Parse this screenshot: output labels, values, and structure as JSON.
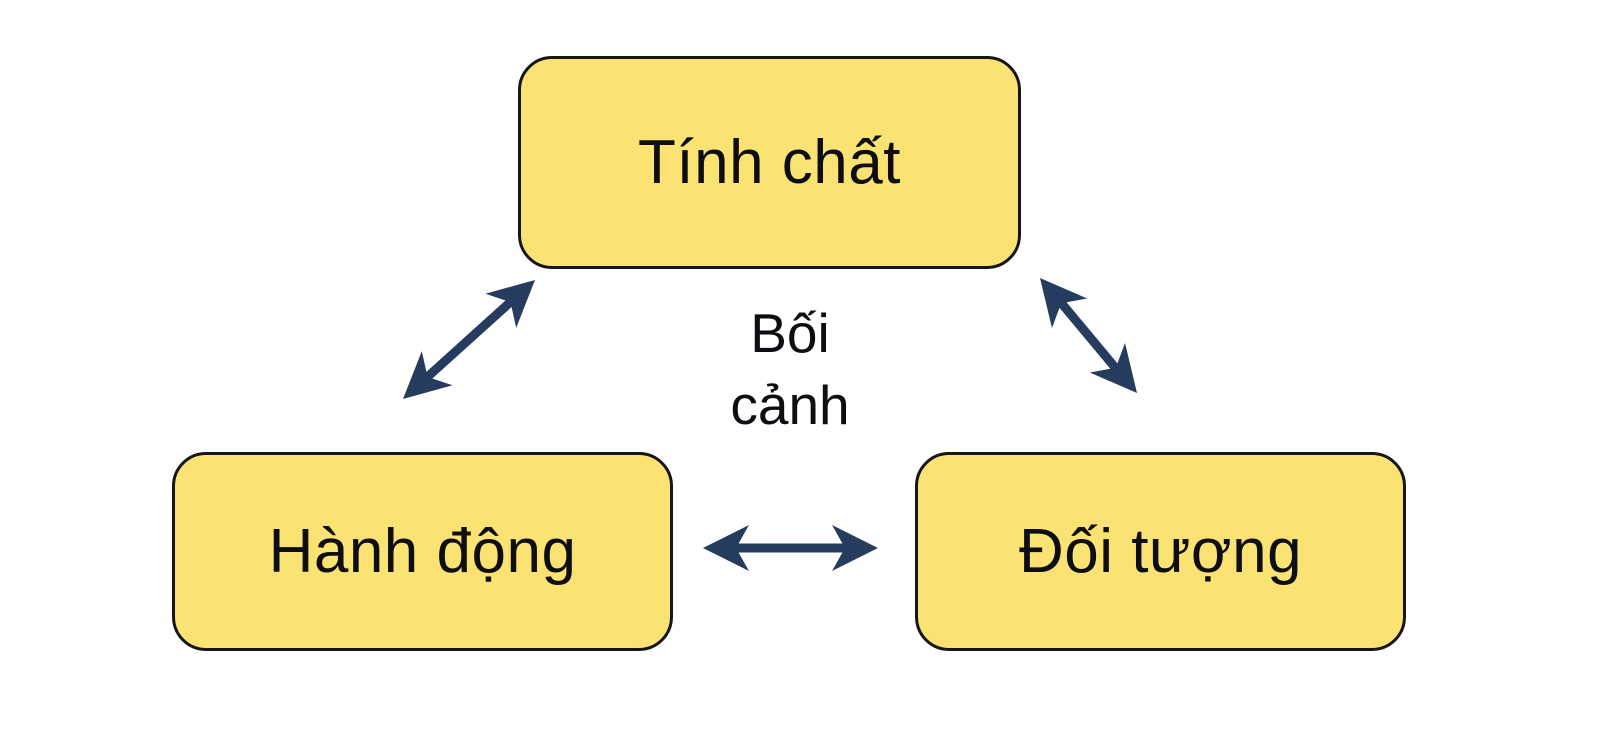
{
  "diagram": {
    "title": "Bối cảnh",
    "background_color": "#ffffff",
    "node_fill_color": "#FAE373",
    "node_border_color": "#16161a",
    "arrow_color": "#253C5E",
    "text_color": "#0d0d12",
    "nodes": [
      {
        "id": "tinh-chat",
        "label": "Tính chất",
        "position": "top-center"
      },
      {
        "id": "hanh-dong",
        "label": "Hành động",
        "position": "bottom-left"
      },
      {
        "id": "doi-tuong",
        "label": "Đối tượng",
        "position": "bottom-right"
      }
    ],
    "center_label": {
      "line1": "Bối",
      "line2": "cảnh",
      "full": "Bối cảnh"
    },
    "connectors": [
      {
        "id": "hanh-dong--tinh-chat",
        "from": "Hành động",
        "to": "Tính chất",
        "style": "double-headed-arrow",
        "orientation": "diagonal-up-right"
      },
      {
        "id": "tinh-chat--doi-tuong",
        "from": "Tính chất",
        "to": "Đối tượng",
        "style": "double-headed-arrow",
        "orientation": "diagonal-down-right"
      },
      {
        "id": "hanh-dong--doi-tuong",
        "from": "Hành động",
        "to": "Đối tượng",
        "style": "double-headed-arrow",
        "orientation": "horizontal"
      }
    ]
  }
}
